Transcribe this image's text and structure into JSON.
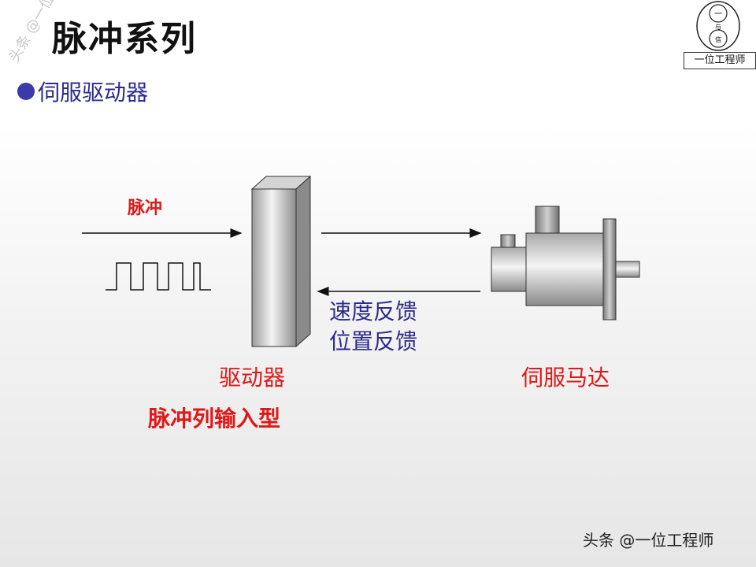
{
  "title": "脉冲系列",
  "subtitle": "伺服驱动器",
  "logo": {
    "caption": "一位工程师",
    "glyphs": [
      "一",
      "与",
      "信"
    ]
  },
  "diagram": {
    "pulse_label": "脉冲",
    "feedback_lines": [
      "速度反馈",
      "位置反馈"
    ],
    "driver_label": "驱动器",
    "motor_label": "伺服马达",
    "driver_type": "脉冲列输入型"
  },
  "watermark": "头条 @一位工程师",
  "credit": "头条 @一位工程师",
  "colors": {
    "red": "#e01818",
    "navy": "#2b2b8c",
    "bullet": "#3a3aa8"
  }
}
